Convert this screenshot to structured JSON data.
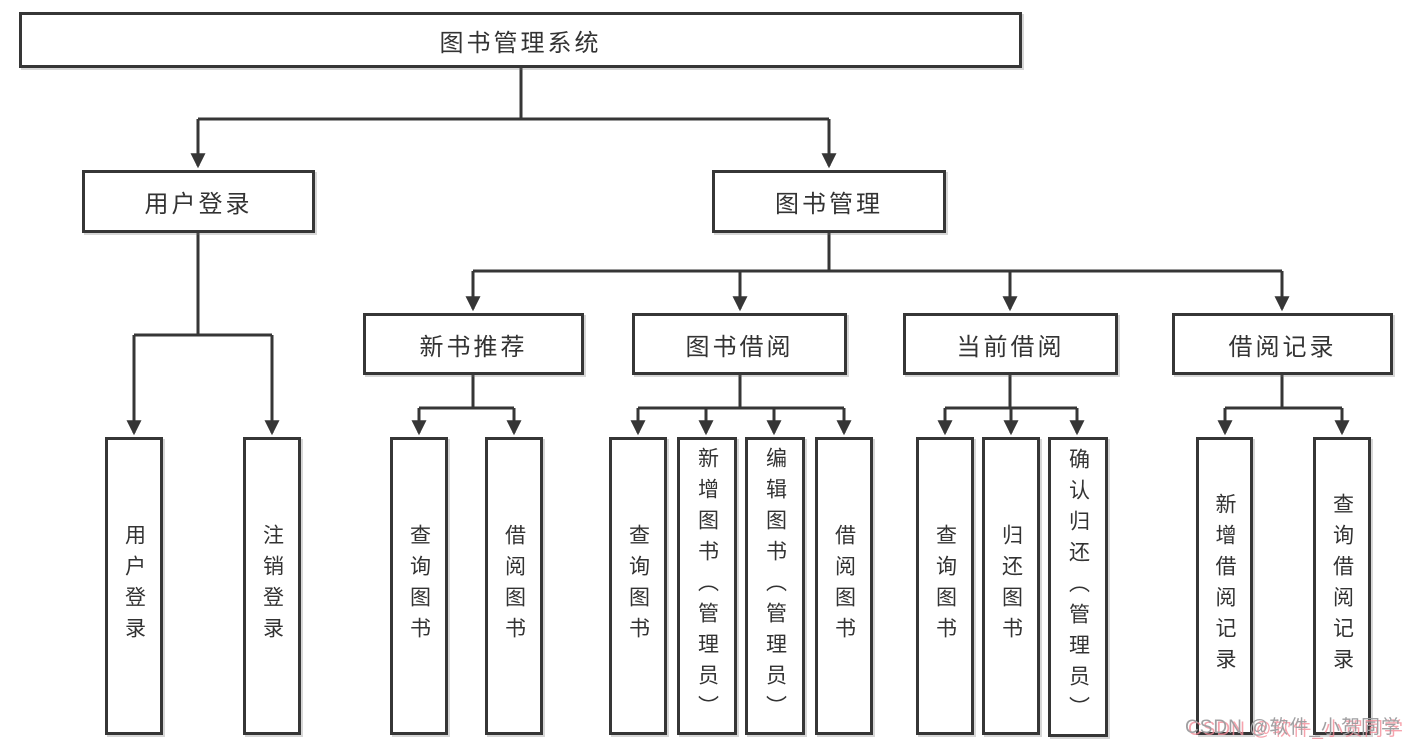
{
  "page": {
    "background": "#ffffff"
  },
  "colors": {
    "line": "#363636",
    "box_border": "#363636",
    "text": "#333333",
    "watermark_gray": "#a0a0a2",
    "watermark_pink": "#f48c98"
  },
  "tree": {
    "root": {
      "label": "图书管理系统",
      "children": [
        {
          "label": "用户登录",
          "children": [
            {
              "label": "用户登录"
            },
            {
              "label": "注销登录"
            }
          ]
        },
        {
          "label": "图书管理",
          "children": [
            {
              "label": "新书推荐",
              "children": [
                {
                  "label": "查询图书"
                },
                {
                  "label": "借阅图书"
                }
              ]
            },
            {
              "label": "图书借阅",
              "children": [
                {
                  "label": "查询图书"
                },
                {
                  "label": "新增图书（管理员）"
                },
                {
                  "label": "编辑图书（管理员）"
                },
                {
                  "label": "借阅图书"
                }
              ]
            },
            {
              "label": "当前借阅",
              "children": [
                {
                  "label": "查询图书"
                },
                {
                  "label": "归还图书"
                },
                {
                  "label": "确认归还（管理员）"
                }
              ]
            },
            {
              "label": "借阅记录",
              "children": [
                {
                  "label": "新增借阅记录"
                },
                {
                  "label": "查询借阅记录"
                }
              ]
            }
          ]
        }
      ]
    }
  },
  "watermark": {
    "text": "CSDN @软件_小贺同学"
  }
}
